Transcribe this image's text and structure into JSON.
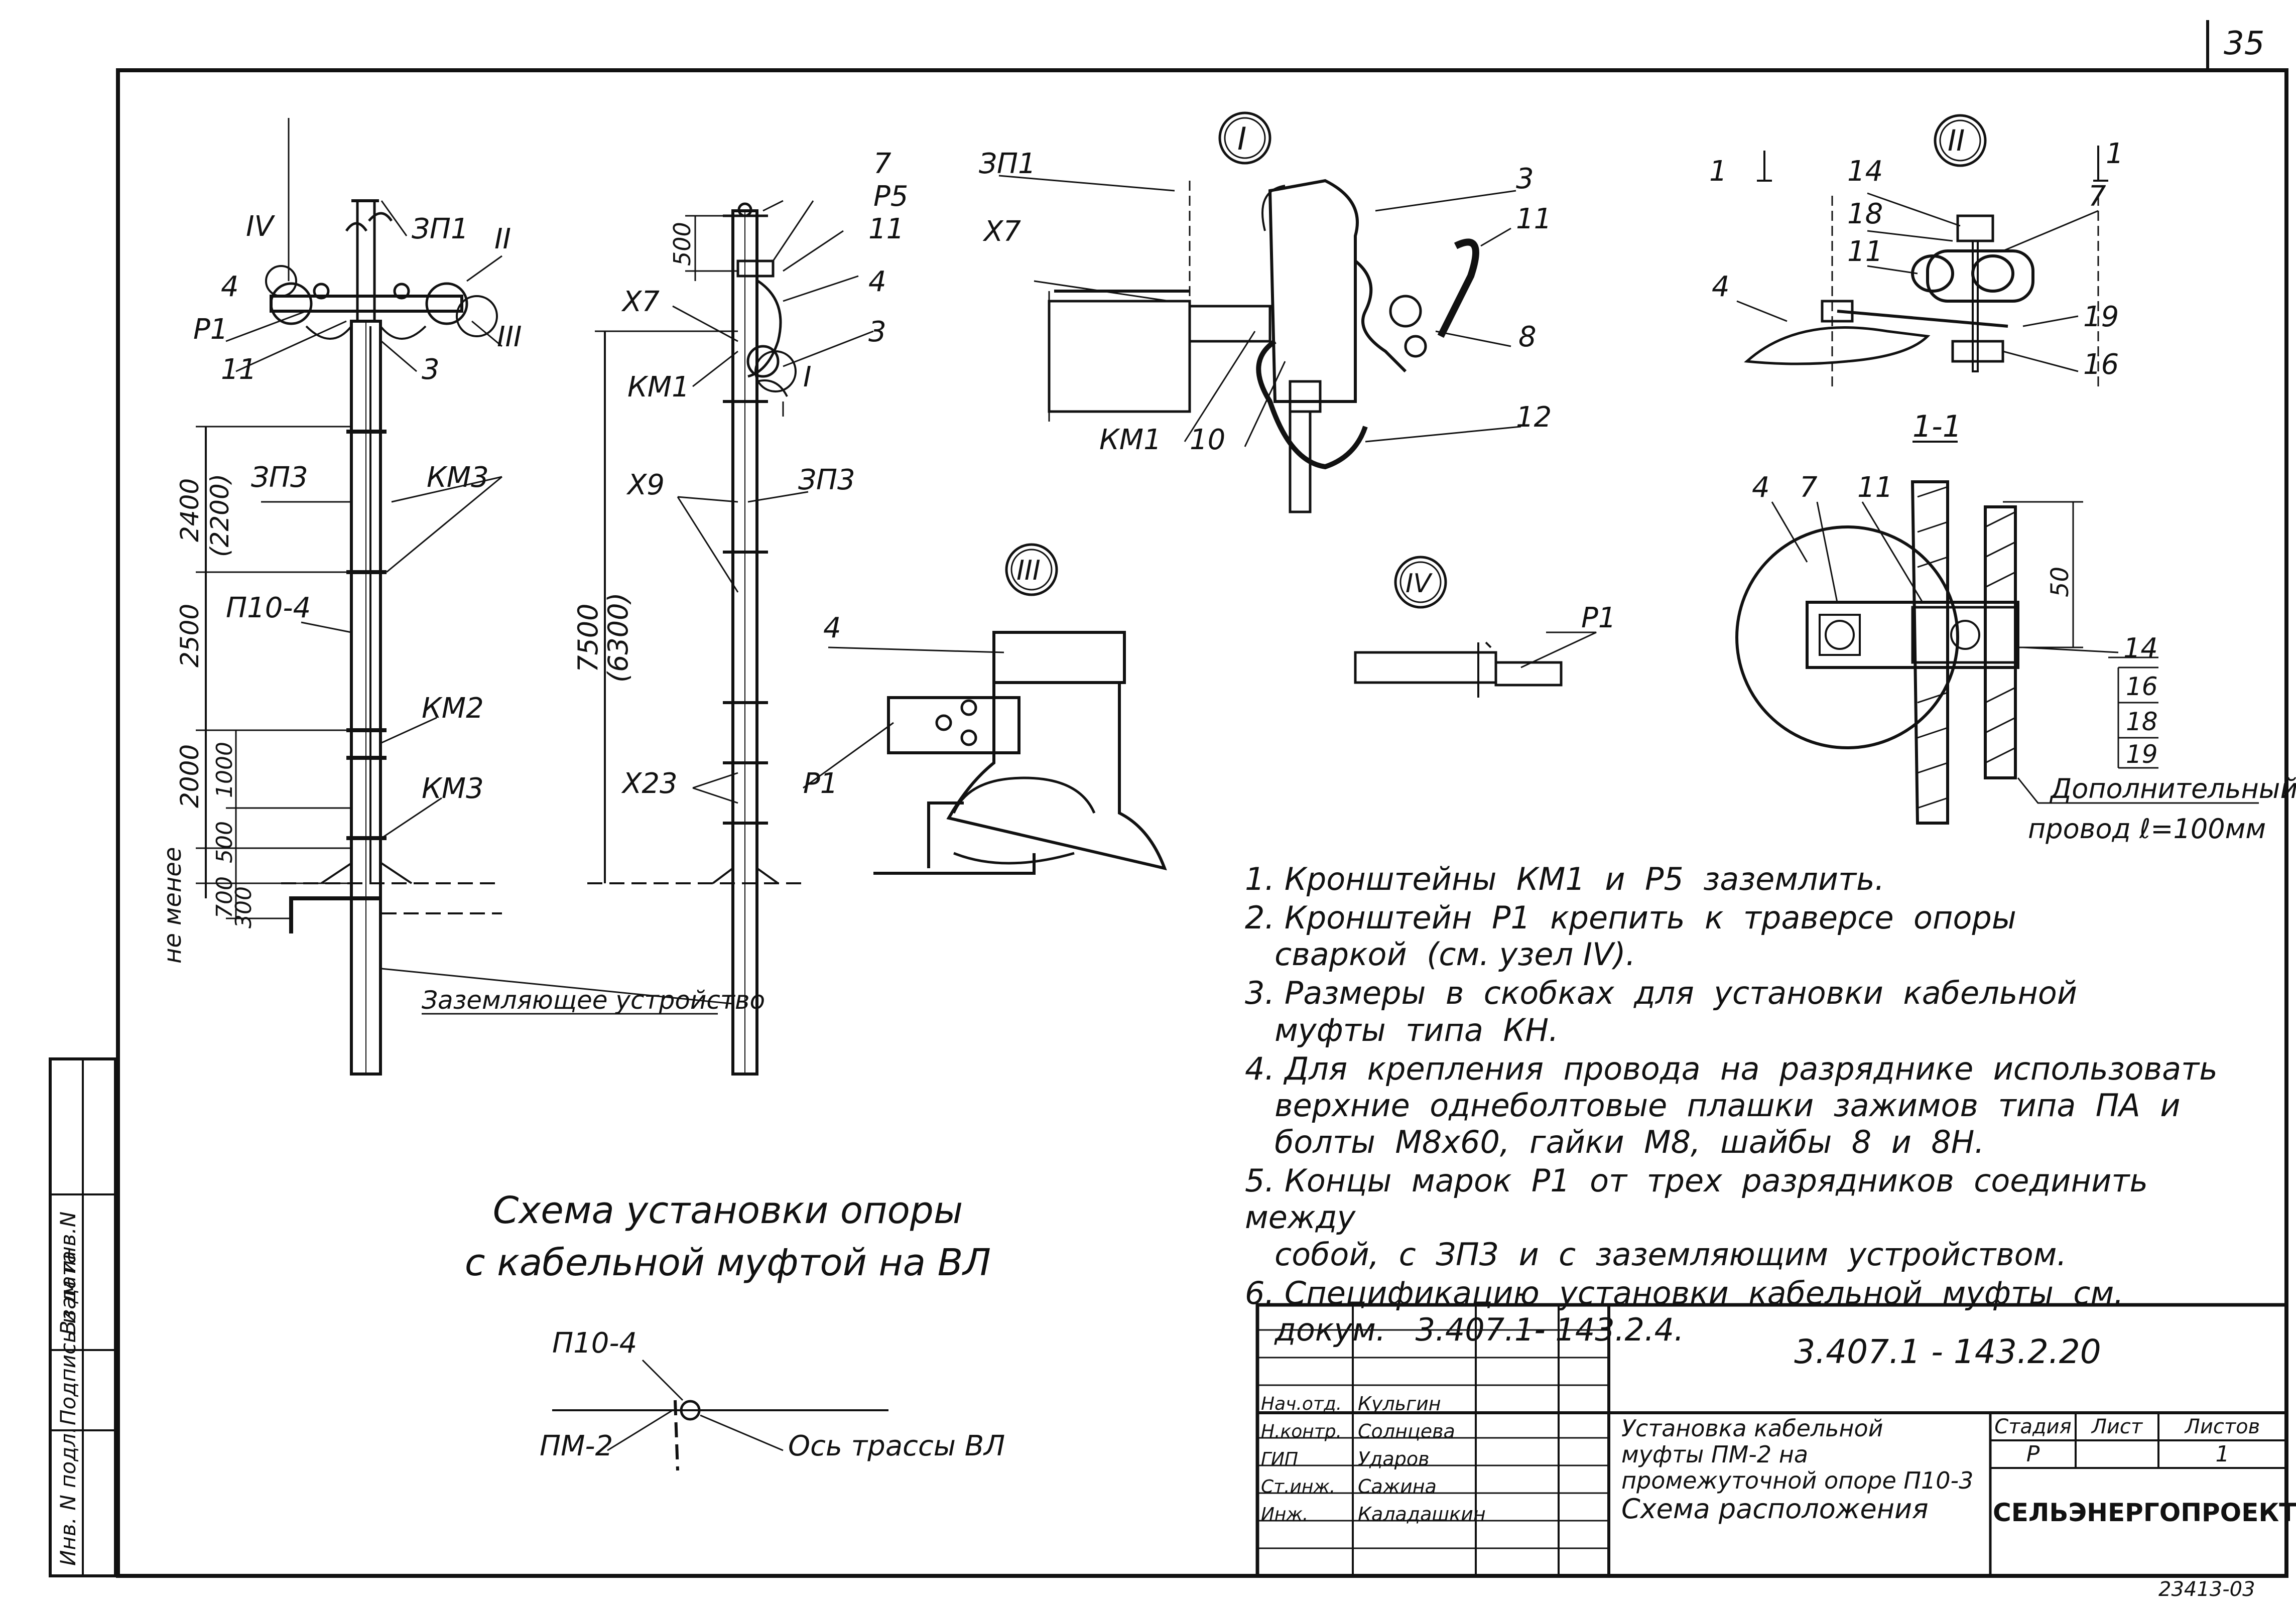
{
  "sheet_number": "35",
  "archive_number": "23413-03",
  "frame_side_labels": [
    "Инв. N подл.",
    "Подпись и дата",
    "Взам инв.N"
  ],
  "drawing_title": [
    "Схема установки опоры",
    "с кабельной муфтой на ВЛ"
  ],
  "pole_left": {
    "callouts": {
      "IV": "IV",
      "zp1": "ЗП1",
      "II": "II",
      "III": "III",
      "n4": "4",
      "p1": "Р1",
      "n11": "11",
      "n3": "3",
      "zp3": "ЗП3",
      "km3a": "КМ3",
      "p10": "П10-4",
      "km2": "КМ2",
      "km3b": "КМ3",
      "ground": "Заземляющее устройство"
    },
    "dims": {
      "d2400": "2400",
      "d2200": "(2200)",
      "d2500": "2500",
      "d2000": "2000",
      "d1000": "1000",
      "d500": "500",
      "d700": "700",
      "d300": "300",
      "not_less": "не менее"
    }
  },
  "pole_mid": {
    "callouts": {
      "n7": "7",
      "p5": "Р5",
      "n11": "11",
      "n4": "4",
      "x7": "Х7",
      "n3": "3",
      "km1": "КМ1",
      "I": "I",
      "x9": "Х9",
      "zp3": "ЗП3",
      "x23": "Х23"
    },
    "dims": {
      "d500": "500",
      "d7500": "7500",
      "d6300": "(6300)"
    }
  },
  "node_I": {
    "mark": "I",
    "labels": {
      "zp1": "ЗП1",
      "x7": "Х7",
      "n3": "3",
      "n11": "11",
      "n8": "8",
      "n12": "12",
      "km1": "КМ1",
      "n10": "10"
    }
  },
  "node_II": {
    "mark": "II",
    "labels": {
      "s1a": "1",
      "s1b": "1",
      "n14": "14",
      "n7": "7",
      "n18": "18",
      "n11": "11",
      "n4": "4",
      "n19": "19",
      "n16": "16"
    }
  },
  "section_11": {
    "title": "1-1",
    "labels": {
      "n4": "4",
      "n7": "7",
      "n11": "11",
      "d50": "50",
      "n14": "14",
      "n16": "16",
      "n18": "18",
      "n19": "19",
      "extra": "Дополнительный",
      "extra2": "провод ℓ=100мм"
    }
  },
  "node_III": {
    "mark": "III",
    "labels": {
      "n4": "4",
      "p1": "Р1"
    }
  },
  "node_IV": {
    "mark": "IV",
    "labels": {
      "p1": "Р1"
    }
  },
  "plan": {
    "labels": {
      "p10": "П10-4",
      "pm2": "ПМ-2",
      "axis": "Ось трассы ВЛ"
    }
  },
  "notes": [
    "1. Кронштейны  КМ1  и  Р5  заземлить.",
    "2. Кронштейн  Р1  крепить  к  траверсе  опоры\n   сваркой  (см. узел IV).",
    "3. Размеры  в  скобках  для  установки  кабельной\n   муфты  типа  КН.",
    "4. Для  крепления  провода  на  разряднике  использовать\n   верхние  однеболтовые  плашки  зажимов  типа  ПА  и\n   болты  М8х60,  гайки  М8,  шайбы  8  и  8Н.",
    "5. Концы  марок  Р1  от  трех  разрядников  соединить  между\n   собой,  с  ЗП3  и  с  заземляющим  устройством.",
    "6. Спецификацию  установки  кабельной  муфты  см.\n   докум.   3.407.1- 143.2.4."
  ],
  "title_block": {
    "code": "3.407.1 - 143.2.20",
    "roles": [
      "Нач.отд.",
      "Н.контр.",
      "ГИП",
      "Ст.инж.",
      "Инж."
    ],
    "names": [
      "Кульгин",
      "Солнцева",
      "Ударов",
      "Сажина",
      "Каладашкин"
    ],
    "description": [
      "Установка  кабельной",
      "муфты  ПМ-2  на",
      "промежуточной опоре  П10-3"
    ],
    "subtitle": "Схема  расположения",
    "stage_label": "Стадия",
    "sheet_label": "Лист",
    "sheets_label": "Листов",
    "stage": "Р",
    "sheet": "",
    "sheets": "1",
    "organization": "СЕЛЬЭНЕРГОПРОЕКТ"
  }
}
